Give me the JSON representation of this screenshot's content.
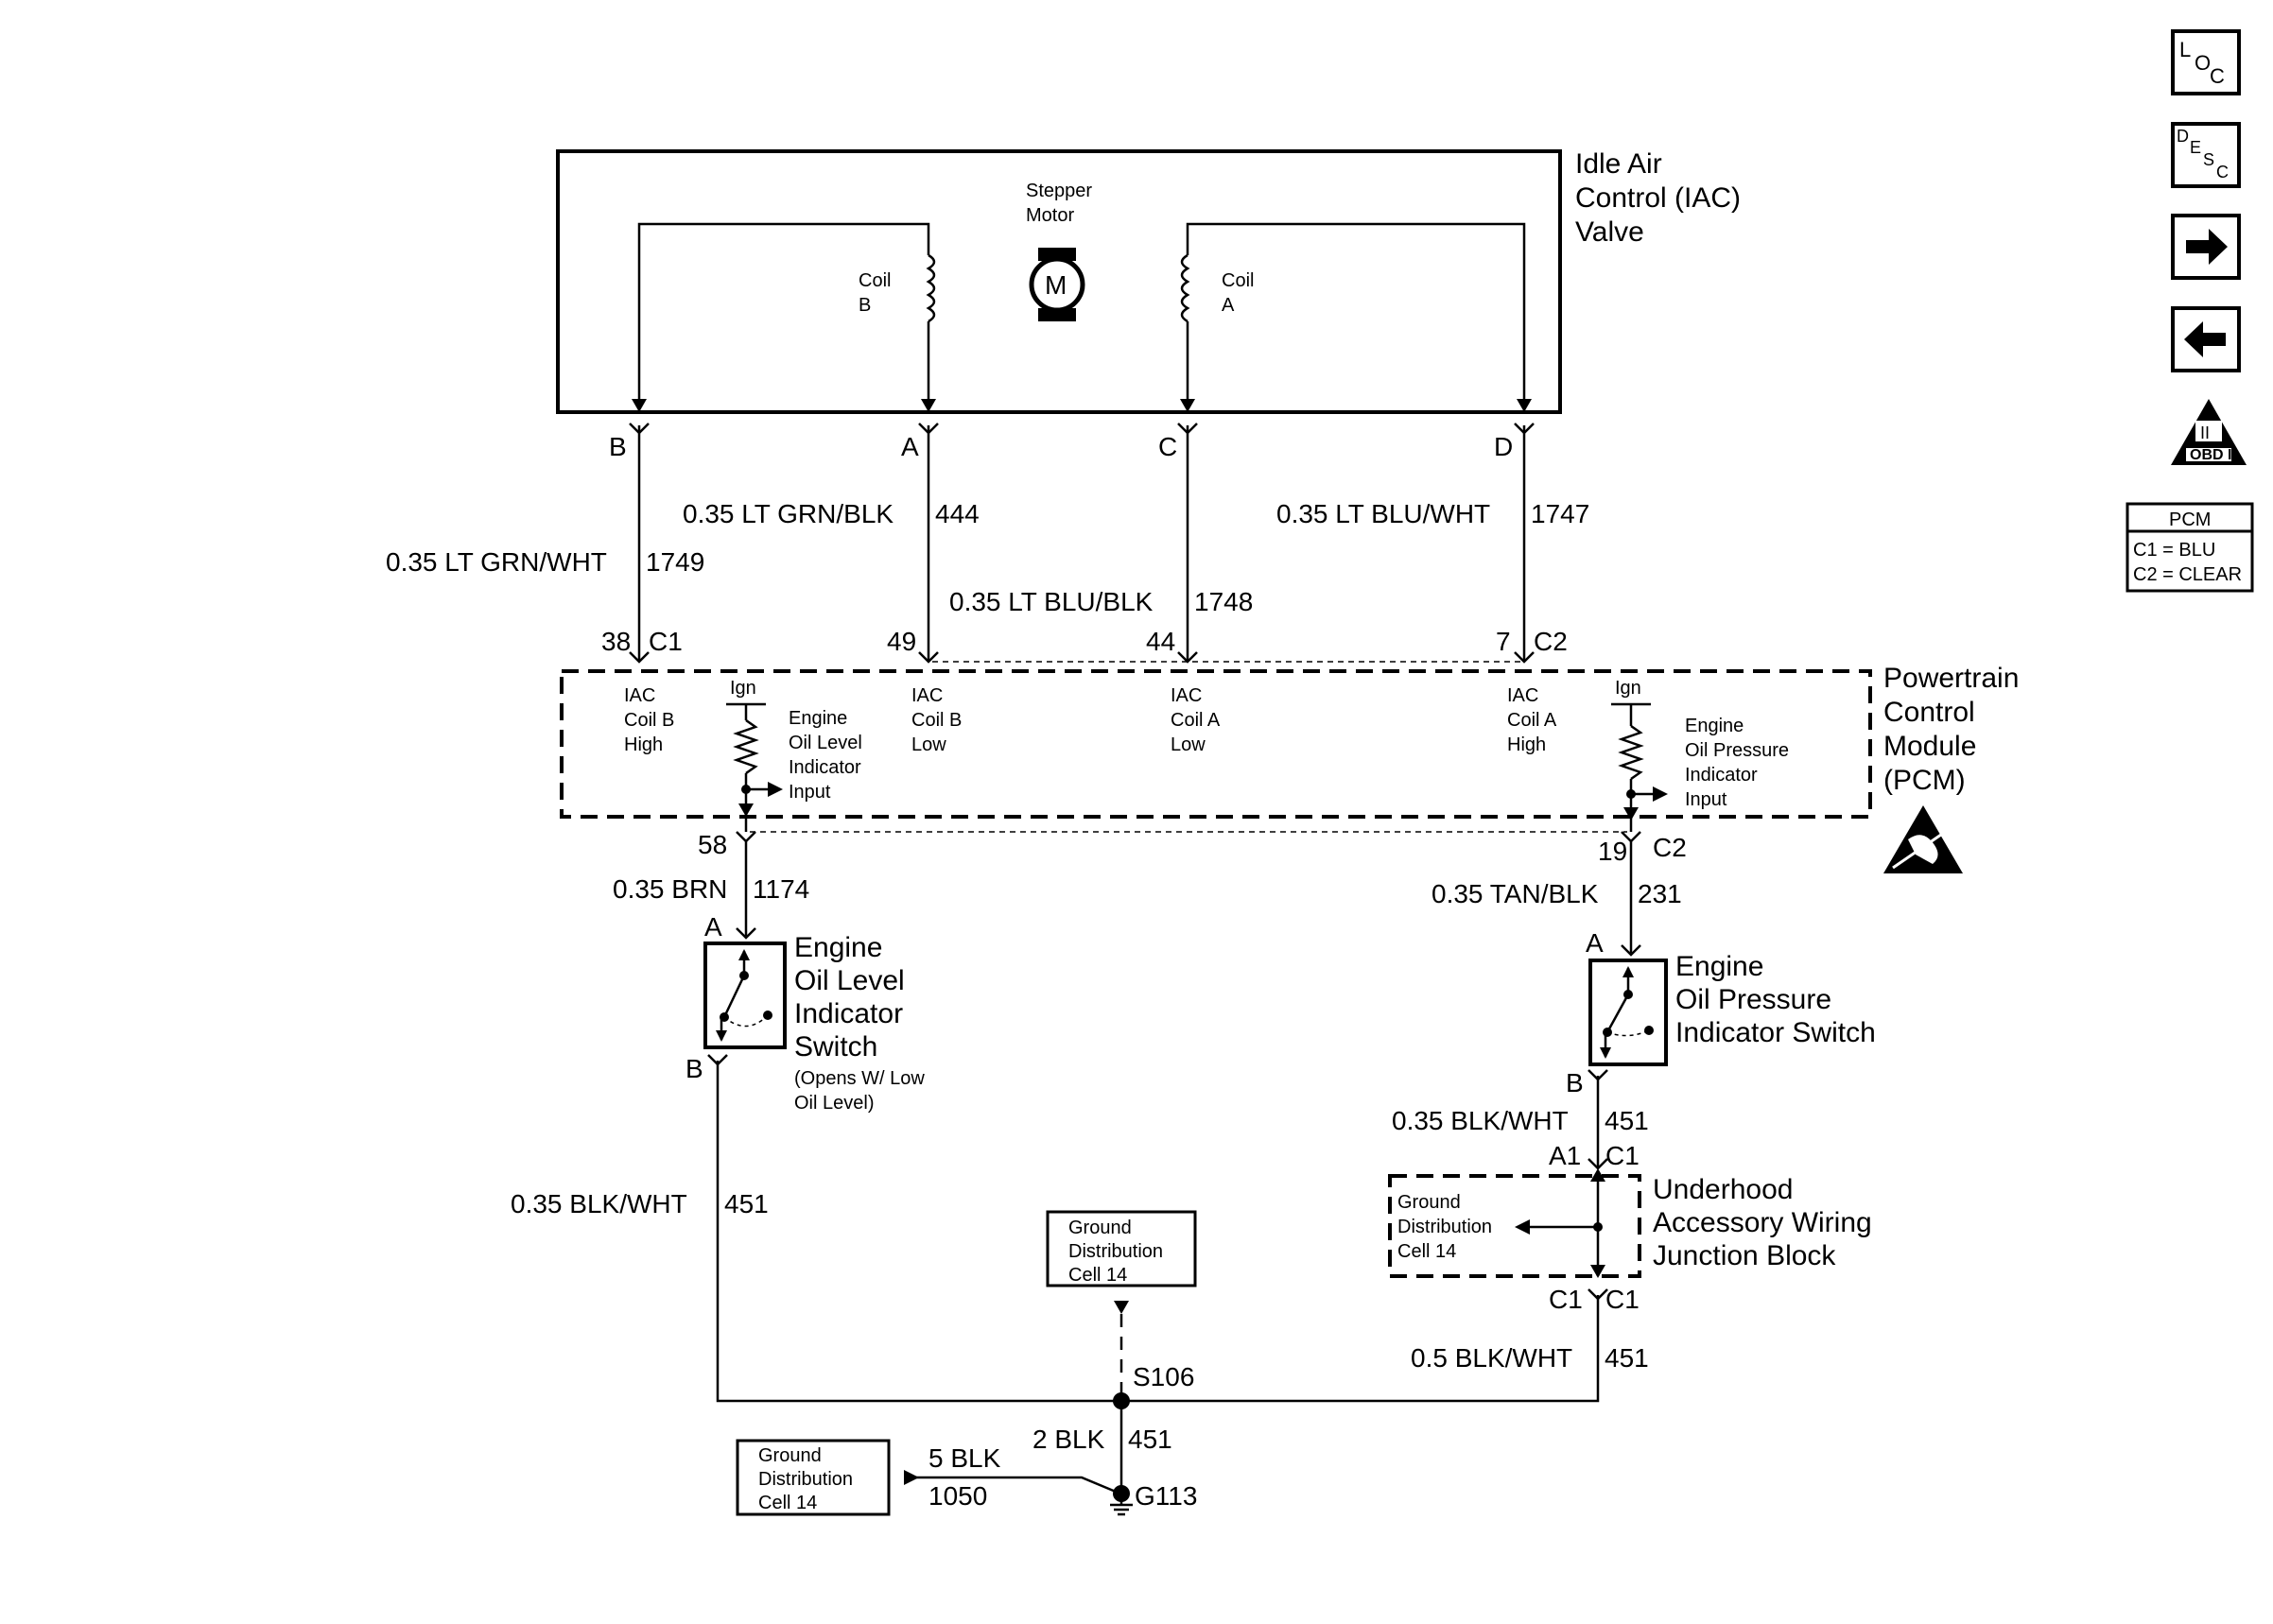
{
  "nav": {
    "loc": {
      "l": "L",
      "o": "O",
      "c": "C"
    },
    "desc": {
      "d": "D",
      "e": "E",
      "s": "S",
      "c": "C"
    },
    "obd": {
      "numeral": "II",
      "label": "OBD II"
    }
  },
  "pcm_key": {
    "title": "PCM",
    "c1": "C1 = BLU",
    "c2": "C2 = CLEAR"
  },
  "iac": {
    "title_l1": "Idle Air",
    "title_l2": "Control (IAC)",
    "title_l3": "Valve",
    "motor_l1": "Stepper",
    "motor_l2": "Motor",
    "motor_symbol": "M",
    "coil_b_l1": "Coil",
    "coil_b_l2": "B",
    "coil_a_l1": "Coil",
    "coil_a_l2": "A",
    "pins": [
      "B",
      "A",
      "C",
      "D"
    ]
  },
  "wires_top": [
    {
      "color": "0.35 LT GRN/WHT",
      "circuit": "1749"
    },
    {
      "color": "0.35 LT GRN/BLK",
      "circuit": "444"
    },
    {
      "color": "0.35 LT BLU/BLK",
      "circuit": "1748"
    },
    {
      "color": "0.35 LT BLU/WHT",
      "circuit": "1747"
    }
  ],
  "pcm": {
    "title_l1": "Powertrain",
    "title_l2": "Control",
    "title_l3": "Module",
    "title_l4": "(PCM)",
    "top_pins": [
      {
        "pin": "38",
        "conn": "C1"
      },
      {
        "pin": "49",
        "conn": ""
      },
      {
        "pin": "44",
        "conn": ""
      },
      {
        "pin": "7",
        "conn": "C2"
      }
    ],
    "iac_cbh": [
      "IAC",
      "Coil B",
      "High"
    ],
    "iac_cbl": [
      "IAC",
      "Coil B",
      "Low"
    ],
    "iac_cal": [
      "IAC",
      "Coil A",
      "Low"
    ],
    "iac_cah": [
      "IAC",
      "Coil A",
      "High"
    ],
    "ign": "Ign",
    "eol_input": [
      "Engine",
      "Oil Level",
      "Indicator",
      "Input"
    ],
    "eop_input": [
      "Engine",
      "Oil Pressure",
      "Indicator",
      "Input"
    ],
    "bottom_pin_left": "58",
    "bottom_pin_right": "19",
    "bottom_conn_right": "C2"
  },
  "wires_mid": [
    {
      "color": "0.35 BRN",
      "circuit": "1174"
    },
    {
      "color": "0.35 TAN/BLK",
      "circuit": "231"
    }
  ],
  "eol_switch": {
    "pin_a": "A",
    "pin_b": "B",
    "l1": "Engine",
    "l2": "Oil Level",
    "l3": "Indicator",
    "l4": "Switch",
    "note_l1": "(Opens W/ Low",
    "note_l2": "Oil Level)"
  },
  "eop_switch": {
    "pin_a": "A",
    "pin_b": "B",
    "l1": "Engine",
    "l2": "Oil Pressure",
    "l3": "Indicator Switch"
  },
  "wires_low": {
    "left": {
      "color": "0.35 BLK/WHT",
      "circuit": "451"
    },
    "right_top": {
      "color": "0.35 BLK/WHT",
      "circuit": "451"
    },
    "right_bottom": {
      "color": "0.5 BLK/WHT",
      "circuit": "451"
    },
    "ground_lead": {
      "color": "2 BLK",
      "circuit": "451"
    },
    "left_ground": {
      "color": "5 BLK",
      "circuit": "1050"
    }
  },
  "junction_block": {
    "pin_top_left": "A1",
    "pin_top_right": "C1",
    "pin_bot_left": "C1",
    "pin_bot_right": "C1",
    "l1": "Underhood",
    "l2": "Accessory Wiring",
    "l3": "Junction Block",
    "inner": [
      "Ground",
      "Distribution",
      "Cell 14"
    ]
  },
  "ground_ref_center": [
    "Ground",
    "Distribution",
    "Cell 14"
  ],
  "ground_ref_left": [
    "Ground",
    "Distribution",
    "Cell 14"
  ],
  "splice": "S106",
  "ground": "G113"
}
